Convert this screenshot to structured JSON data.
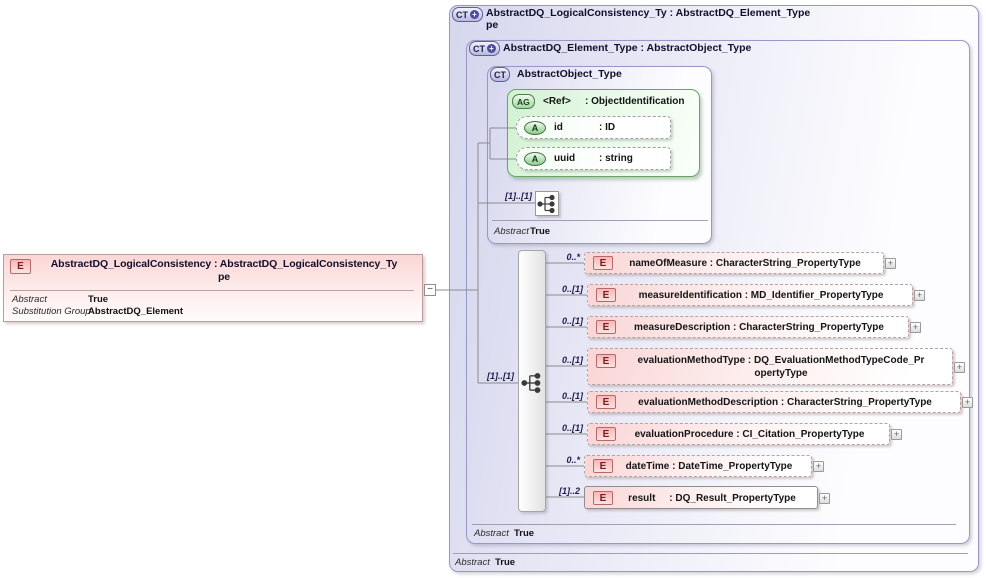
{
  "icons": {
    "expand": "+",
    "collapse": "−"
  },
  "element": {
    "badge": "E",
    "title_line1": "AbstractDQ_LogicalConsistency : AbstractDQ_LogicalConsistency_Ty",
    "title_line2": "pe",
    "abstract_label": "Abstract",
    "abstract_value": "True",
    "subst_label": "Substitution Group",
    "subst_value": "AbstractDQ_Element"
  },
  "outer_type": {
    "badge": "CT",
    "title_line1": "AbstractDQ_LogicalConsistency_Ty : AbstractDQ_Element_Type",
    "title_line2": "pe",
    "abstract_label": "Abstract",
    "abstract_value": "True"
  },
  "parent_type": {
    "badge": "CT",
    "title": "AbstractDQ_Element_Type : AbstractObject_Type",
    "abstract_label": "Abstract",
    "abstract_value": "True"
  },
  "object_type": {
    "badge": "CT",
    "title": "AbstractObject_Type",
    "abstract_label": "Abstract",
    "abstract_value": "True",
    "sequence_cardinality": "[1]..[1]",
    "attr_group": {
      "badge": "AG",
      "name": "<Ref>",
      "type": ": ObjectIdentification",
      "attributes": [
        {
          "badge": "A",
          "name": "id",
          "type": ": ID"
        },
        {
          "badge": "A",
          "name": "uuid",
          "type": ": string"
        }
      ]
    }
  },
  "content": {
    "sequence_cardinality": "[1]..[1]",
    "elements": [
      {
        "badge": "E",
        "cardinality": "0..*",
        "label": "nameOfMeasure : CharacterString_PropertyType"
      },
      {
        "badge": "E",
        "cardinality": "0..[1]",
        "label": "measureIdentification : MD_Identifier_PropertyType"
      },
      {
        "badge": "E",
        "cardinality": "0..[1]",
        "label": "measureDescription : CharacterString_PropertyType"
      },
      {
        "badge": "E",
        "cardinality": "0..[1]",
        "label": "evaluationMethodType : DQ_EvaluationMethodTypeCode_Pr\nopertyType"
      },
      {
        "badge": "E",
        "cardinality": "0..[1]",
        "label": "evaluationMethodDescription : CharacterString_PropertyType"
      },
      {
        "badge": "E",
        "cardinality": "0..[1]",
        "label": "evaluationProcedure : CI_Citation_PropertyType"
      },
      {
        "badge": "E",
        "cardinality": "0..*",
        "label": "dateTime : DateTime_PropertyType"
      },
      {
        "badge": "E",
        "cardinality": "[1]..2",
        "label": "result     : DQ_Result_PropertyType"
      }
    ]
  }
}
